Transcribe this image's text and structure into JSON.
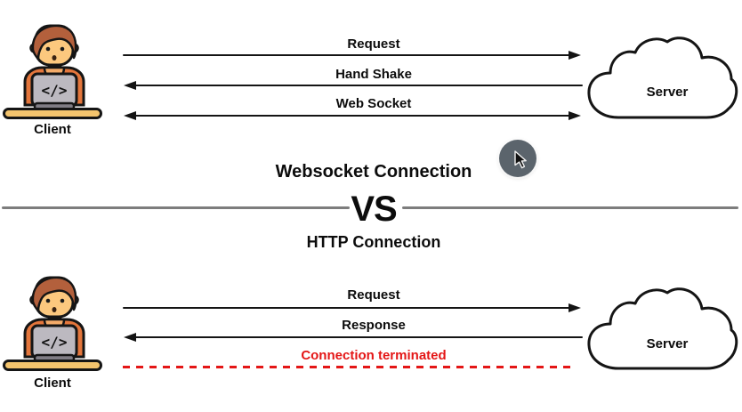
{
  "websocket_section": {
    "title": "Websocket Connection",
    "client_label": "Client",
    "server_label": "Server",
    "arrows": [
      {
        "label": "Request",
        "direction": "right"
      },
      {
        "label": "Hand Shake",
        "direction": "left"
      },
      {
        "label": "Web Socket",
        "direction": "both"
      }
    ]
  },
  "divider": {
    "vs": "VS"
  },
  "http_section": {
    "title": "HTTP Connection",
    "client_label": "Client",
    "server_label": "Server",
    "arrows": [
      {
        "label": "Request",
        "direction": "right"
      },
      {
        "label": "Response",
        "direction": "left"
      },
      {
        "label": "Connection terminated",
        "direction": "none",
        "style": "dashed"
      }
    ]
  },
  "icons": {
    "client": "person-at-laptop-icon",
    "server": "cloud-icon",
    "cursor": "mouse-pointer-icon",
    "code_glyph": "</>"
  },
  "colors": {
    "arrow_black": "#141414",
    "terminated_red": "#e41616",
    "divider_gray": "#7d7d7d",
    "cursor_circle": "#5b646c",
    "desk_tan": "#f4c46d",
    "shirt_orange": "#e4763c",
    "skin": "#fcc87e",
    "hair_brown": "#b3603c",
    "laptop_gray": "#bcb9c0"
  }
}
